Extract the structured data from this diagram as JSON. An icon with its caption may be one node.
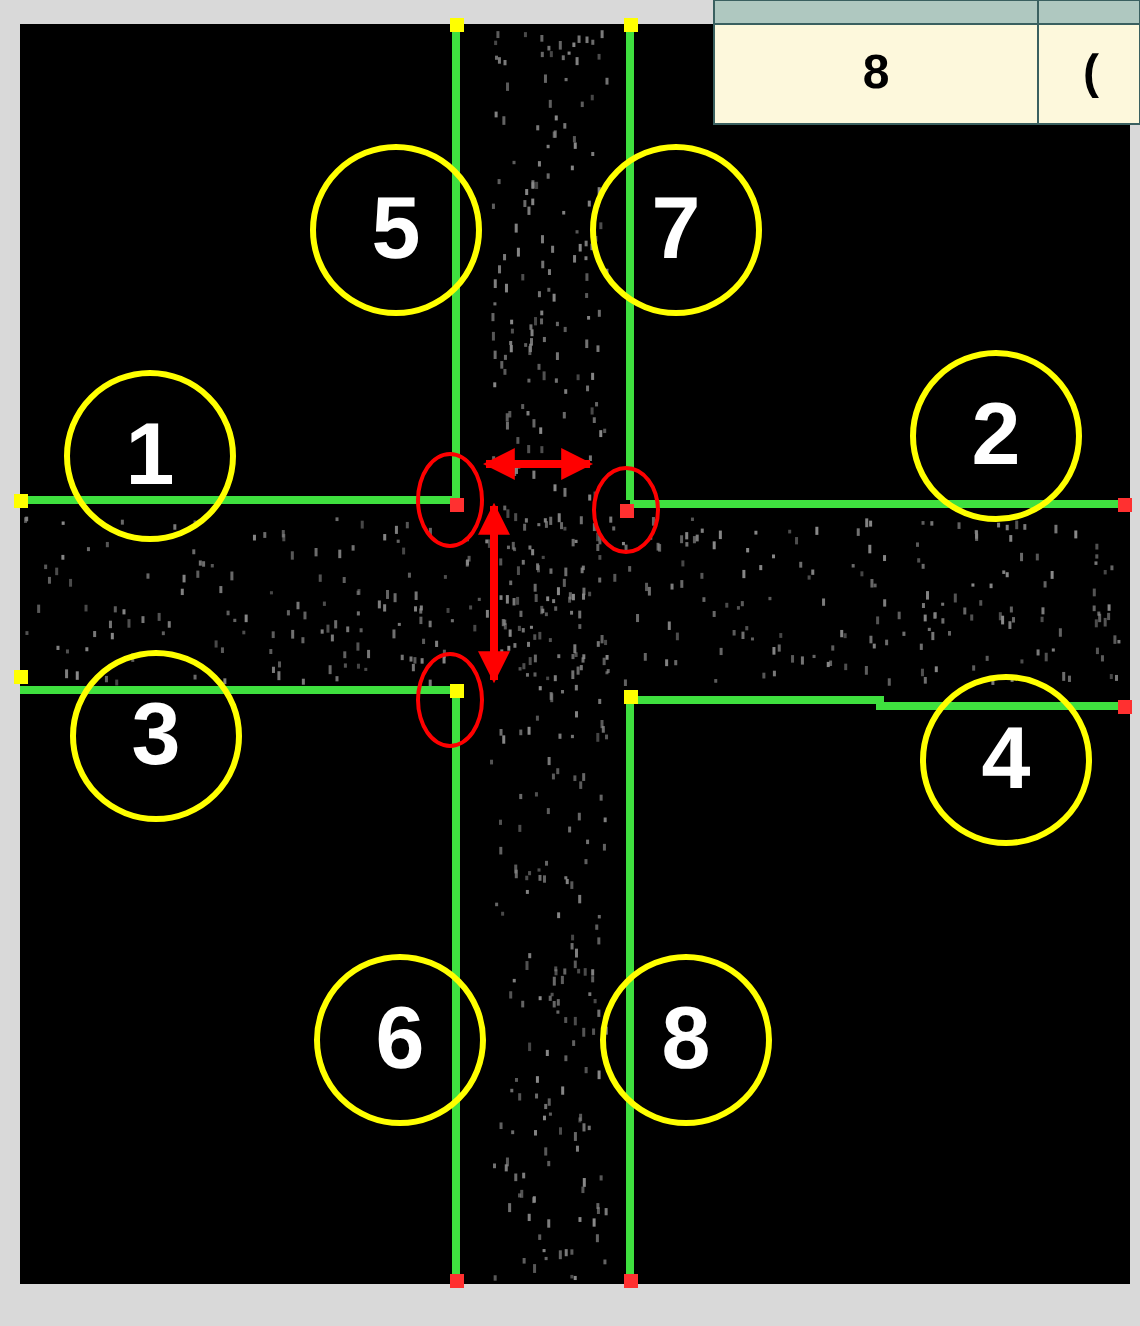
{
  "diagram": {
    "nodes": [
      {
        "text": [
          "5"
        ]
      },
      {
        "text": [
          "7"
        ]
      },
      {
        "text": [
          "1"
        ]
      },
      {
        "text": [
          "2"
        ]
      },
      {
        "text": [
          "3"
        ]
      },
      {
        "text": [
          "4"
        ]
      },
      {
        "text": [
          "6"
        ]
      },
      {
        "text": [
          "8"
        ]
      },
      {
        "text": [],
        "shape": "ellipse"
      },
      {
        "text": [],
        "shape": "ellipse"
      },
      {
        "text": [],
        "shape": "ellipse"
      }
    ],
    "edges": [
      {
        "from": 8,
        "to": 9,
        "arrow": "both",
        "color": "#ff0000"
      },
      {
        "from": 8,
        "to": 10,
        "arrow": "both",
        "color": "#ff0000"
      }
    ],
    "labels": [
      "8",
      "("
    ]
  }
}
